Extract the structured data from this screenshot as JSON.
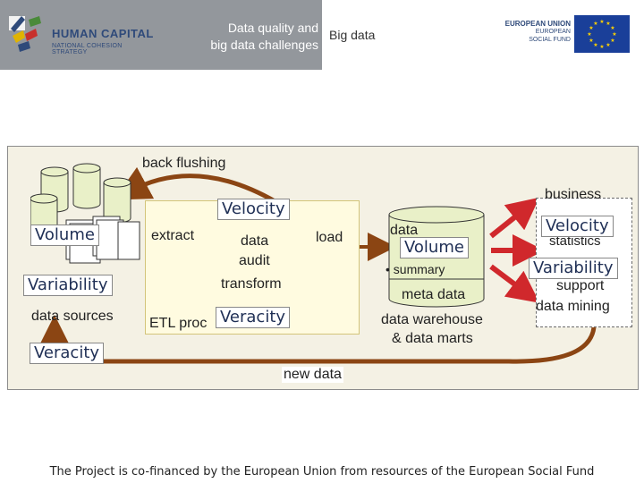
{
  "header": {
    "logo_title": "HUMAN CAPITAL",
    "logo_subtitle": "NATIONAL COHESION STRATEGY",
    "subtitle_line1": "Data quality and",
    "subtitle_line2": "big data challenges",
    "title": "Big data",
    "eu_line1": "EUROPEAN UNION",
    "eu_line2": "EUROPEAN",
    "eu_line3": "SOCIAL FUND"
  },
  "diagram": {
    "back_flushing": "back flushing",
    "data_sources": "data sources",
    "extract": "extract",
    "data_audit_1": "data",
    "data_audit_2": "audit",
    "transform": "transform",
    "load": "load",
    "etl_process": "ETL proc",
    "dw_data": "data",
    "dw_summary": "• summary",
    "dw_meta": "meta data",
    "dw_label_1": "data warehouse",
    "dw_label_2": "& data marts",
    "business": "business",
    "statistics": "statistics",
    "support": "support",
    "data_mining": "data mining",
    "new_data": "new data",
    "v_volume_src": "Volume",
    "v_variability_src": "Variability",
    "v_veracity_src": "Veracity",
    "v_velocity_etl": "Velocity",
    "v_veracity_etl": "Veracity",
    "v_volume_dw": "Volume",
    "v_velocity_biz": "Velocity",
    "v_variability_biz": "Variability"
  },
  "footer": {
    "text": "The Project is co-financed by the European Union from resources of the European Social Fund"
  },
  "colors": {
    "header_gray": "#93979c",
    "diagram_bg": "#f4f1e4",
    "arrow_brown": "#8b4513",
    "arrow_red": "#d0282c",
    "db_green": "#e9f0c8",
    "eu_blue": "#1a3f99",
    "eu_star": "#ffd200"
  }
}
